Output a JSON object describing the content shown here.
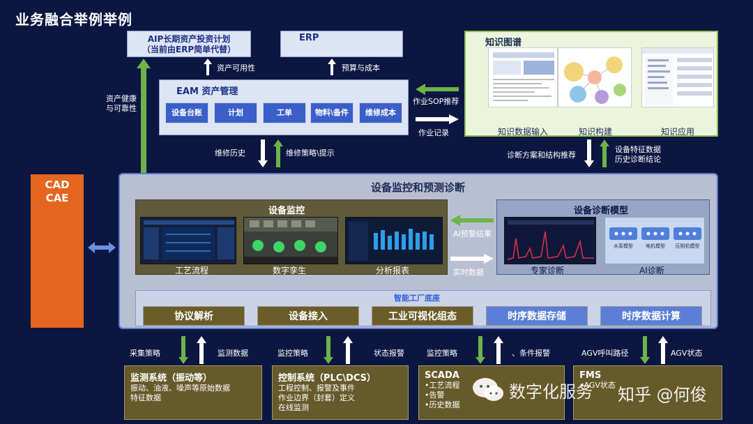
{
  "title": "业务融合举例举例",
  "top_boxes": {
    "aip_line1": "AIP长期资产投资计划",
    "aip_line2": "（当前由ERP简单代替）",
    "erp": "ERP"
  },
  "labels": {
    "asset_available": "资产可用性",
    "budget_cost": "预算与成本",
    "asset_health_1": "资产健康",
    "asset_health_2": "与可靠性",
    "sop_recommend": "作业SOP推荐",
    "work_record": "作业记录",
    "maint_history": "维修历史",
    "maint_strategy": "维修策略\\提示",
    "diag_plan": "诊断方案和结构推荐",
    "feature_data_1": "设备特征数据",
    "feature_data_2": "历史诊断结论",
    "ai_alarm": "AI预警结果",
    "realtime_data": "实时数据"
  },
  "eam": {
    "title": "EAM 资产管理",
    "cells": [
      "设备台账",
      "计划",
      "工单",
      "物料\\备件",
      "维修成本"
    ]
  },
  "knowledge_graph": {
    "title": "知识图谱",
    "captions": [
      "知识数据输入",
      "知识构建",
      "知识应用"
    ]
  },
  "cad": {
    "line1": "CAD",
    "line2": "CAE"
  },
  "main": {
    "title": "设备监控和预测诊断",
    "monitor_title": "设备监控",
    "monitor_caps": [
      "工艺流程",
      "数字孪生",
      "分析报表"
    ],
    "diag_title": "设备诊断模型",
    "diag_caps": [
      "专家诊断",
      "AI诊断"
    ],
    "ai_models": [
      "水泵模型",
      "电机模型",
      "压阻机模型"
    ],
    "base_title": "智能工厂底座",
    "base_pills": [
      "协议解析",
      "设备接入",
      "工业可视化组态",
      "时序数据存储",
      "时序数据计算"
    ]
  },
  "flows": [
    {
      "down": "采集策略",
      "up": "监测数据"
    },
    {
      "down": "监控策略",
      "up": "状态报警"
    },
    {
      "down": "监控策略",
      "up": "、条件报警"
    },
    {
      "down": "AGV呼叫路径",
      "up": "AGV状态"
    }
  ],
  "systems": [
    {
      "title": "监测系统（振动等）",
      "lines": [
        "振动、油液、噪声等原始数据",
        "特征数据"
      ]
    },
    {
      "title": "控制系统（PLC\\DCS）",
      "lines": [
        "工程控制、报警及事件",
        "作业边界（封套）定义",
        "在线监测"
      ]
    },
    {
      "title": "SCADA",
      "lines": [
        "•工艺流程",
        "•告警",
        "•历史数据"
      ]
    },
    {
      "title": "FMS",
      "lines": [
        "•AGV状态"
      ]
    }
  ],
  "watermark": {
    "text1": "数字化服务",
    "text2": "知乎 @何俊"
  },
  "colors": {
    "background": "#0b1740",
    "green_arrow": "#6db34a",
    "accent_blue": "#3a5fc8",
    "cad_orange": "#e4651e"
  }
}
